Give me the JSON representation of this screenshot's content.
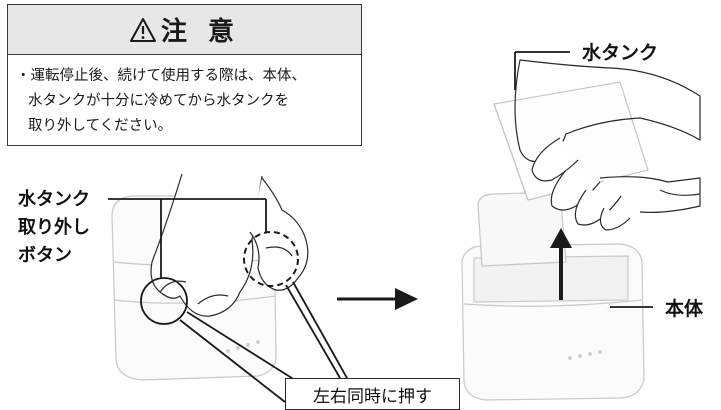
{
  "caution": {
    "title": "注 意",
    "line1": "・運転停止後、続けて使用する際は、本体、",
    "line2": "水タンクが十分に冷めてから水タンクを",
    "line3": "取り外してください。"
  },
  "labels": {
    "release_button_1": "水タンク",
    "release_button_2": "取り外し",
    "release_button_3": "ボタン",
    "water_tank": "水タンク",
    "main_body": "本体",
    "press_instruction": "左右同時に押す"
  }
}
